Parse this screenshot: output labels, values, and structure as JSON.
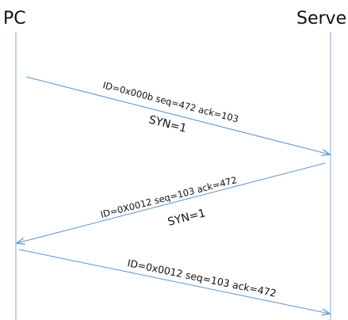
{
  "parties": {
    "left": "PC",
    "right": "Serve"
  },
  "colors": {
    "lifeline": "#8fb8de",
    "arrow": "#5b93cc",
    "text": "#111111"
  },
  "messages": [
    {
      "label": "ID=0x000b seq=472 ack=103",
      "flag": "SYN=1",
      "direction": "PC-to-Server"
    },
    {
      "label": "ID=0X0012 seq=103 ack=472",
      "flag": "SYN=1",
      "direction": "Server-to-PC"
    },
    {
      "label": "ID=0x0012 seq=103 ack=472",
      "flag": "",
      "direction": "PC-to-Server"
    }
  ]
}
